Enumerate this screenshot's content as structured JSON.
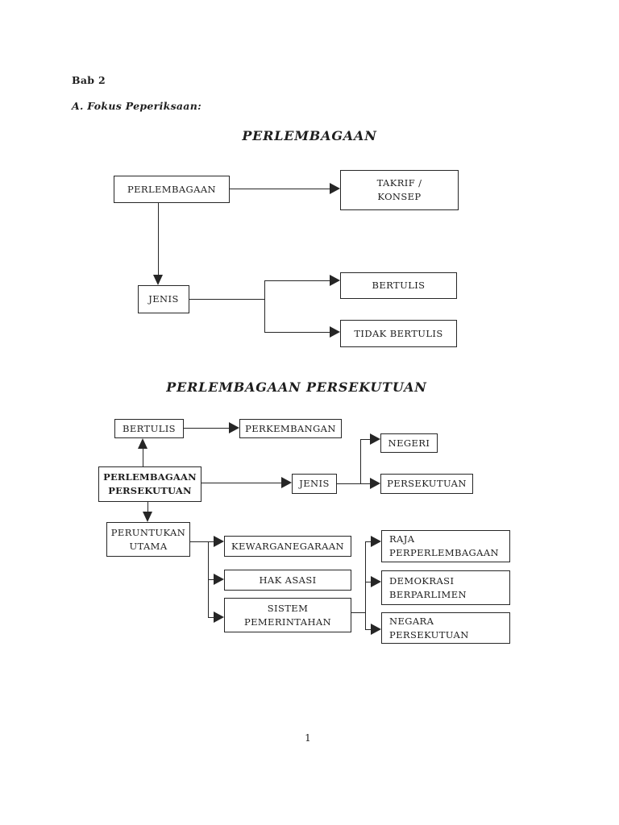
{
  "document": {
    "chapter_label": "Bab 2",
    "section_label": "A. Fokus Peperiksaan:",
    "page_number": "1"
  },
  "colors": {
    "ink": "#262626",
    "paper": "#ffffff"
  },
  "diagram1": {
    "title": "PERLEMBAGAAN",
    "nodes": {
      "perlembagaan": "PERLEMBAGAAN",
      "takrif_konsep": "TAKRIF /\nKONSEP",
      "jenis": "JENIS",
      "bertulis": "BERTULIS",
      "tidak_bertulis": "TIDAK BERTULIS"
    }
  },
  "diagram2": {
    "title": "PERLEMBAGAAN PERSEKUTUAN",
    "nodes": {
      "bertulis": "BERTULIS",
      "perkembangan": "PERKEMBANGAN",
      "perlembagaan_persekutuan": "PERLEMBAGAAN\nPERSEKUTUAN",
      "jenis": "JENIS",
      "negeri": "NEGERI",
      "persekutuan": "PERSEKUTUAN",
      "peruntukan_utama": "PERUNTUKAN\nUTAMA",
      "kewarganegaraan": "KEWARGANEGARAAN",
      "hak_asasi": "HAK ASASI",
      "sistem_pemerintahan": "SISTEM\nPEMERINTAHAN",
      "raja_perperlembagaan": "RAJA\nPERPERLEMBAGAAN",
      "demokrasi_berparlimen": "DEMOKRASI\nBERPARLIMEN",
      "negara_persekutuan": "NEGARA\nPERSEKUTUAN"
    }
  }
}
